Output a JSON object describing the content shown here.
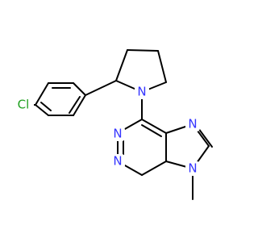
{
  "colors": {
    "background": "#ffffff",
    "bond": "#000000",
    "nitrogen": "#3333ff",
    "chlorine": "#1fa01f"
  },
  "atoms": [
    {
      "id": "cl",
      "label": "Cl",
      "element": "Cl"
    },
    {
      "id": "n1",
      "label": "N",
      "element": "N"
    },
    {
      "id": "n2",
      "label": "N",
      "element": "N"
    },
    {
      "id": "n3",
      "label": "N",
      "element": "N"
    },
    {
      "id": "n4",
      "label": "N",
      "element": "N"
    },
    {
      "id": "n5",
      "label": "N",
      "element": "N"
    }
  ]
}
